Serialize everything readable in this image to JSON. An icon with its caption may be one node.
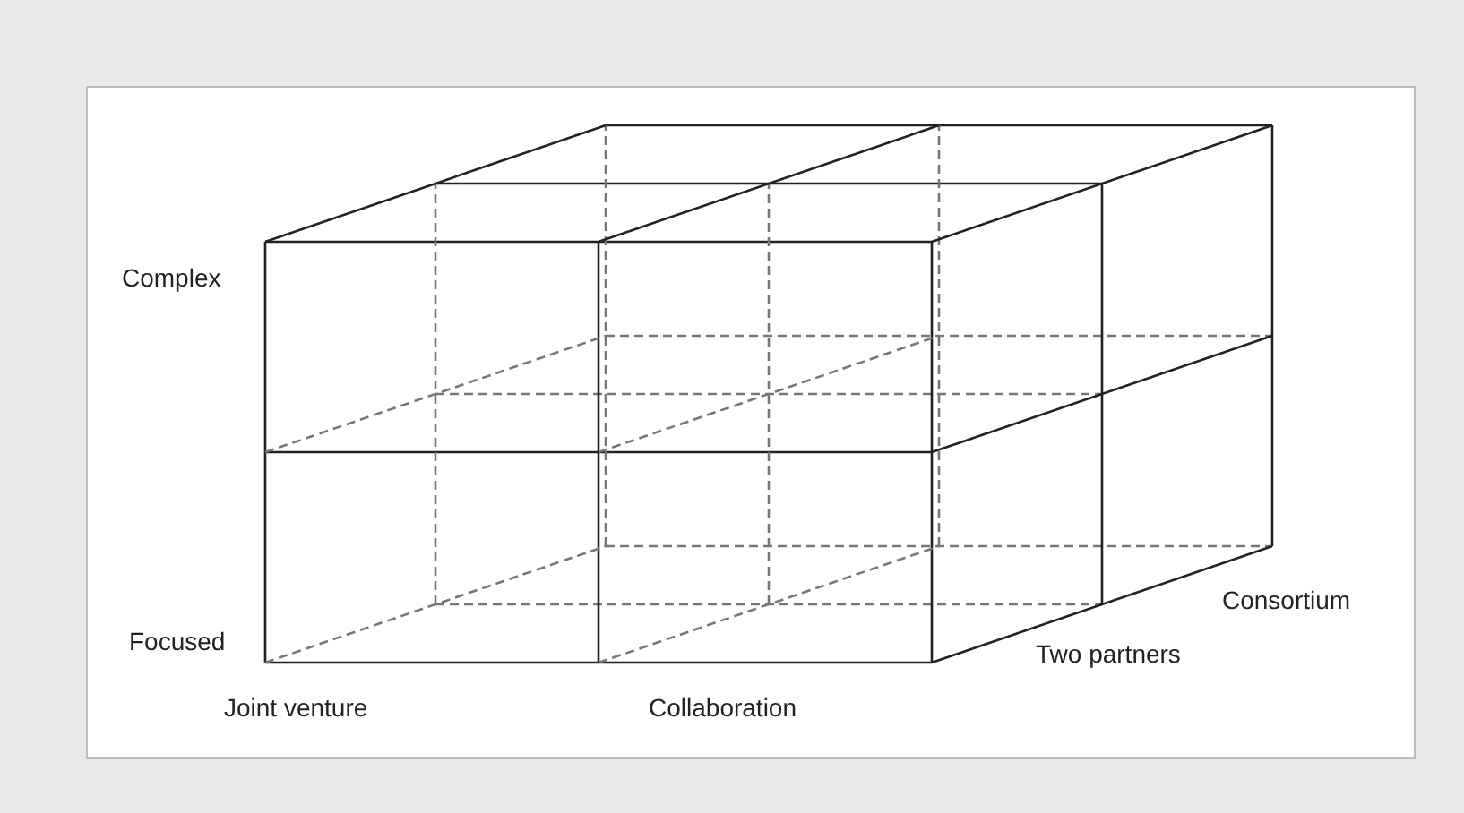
{
  "diagram": {
    "labels": [
      "Complex",
      "Focused",
      "Joint venture",
      "Collaboration",
      "Two partners",
      "Consortium"
    ]
  }
}
